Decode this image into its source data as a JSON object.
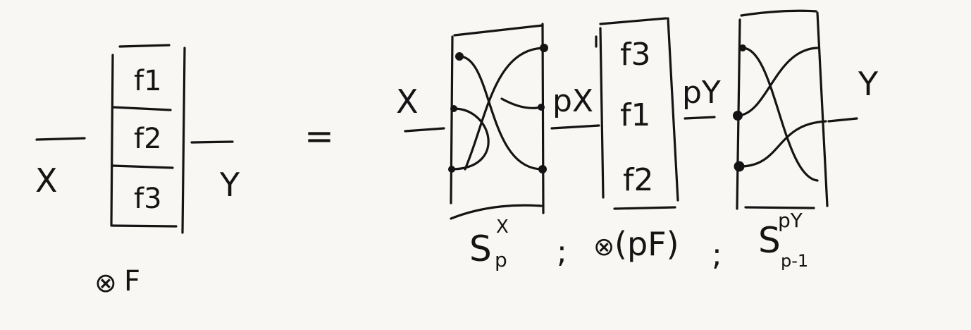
{
  "left": {
    "input_label": "X",
    "output_label": "Y",
    "cells": [
      "f1",
      "f2",
      "f3"
    ],
    "caption": {
      "symbol": "⊗",
      "text": "F"
    }
  },
  "equals": "=",
  "right": {
    "input_label": "X",
    "middle_in_label": "pX",
    "middle_out_label": "pY",
    "output_label": "Y",
    "middle_cells": [
      "f3",
      "f1",
      "f2"
    ],
    "caption": {
      "part1_base": "S",
      "part1_sub": "p",
      "part1_sup": "X",
      "sep1": ";",
      "part2_symbol": "⊗",
      "part2_text": "(pF)",
      "sep2": ";",
      "part3_base": "S",
      "part3_sub": "p-1",
      "part3_sup": "pY"
    }
  }
}
